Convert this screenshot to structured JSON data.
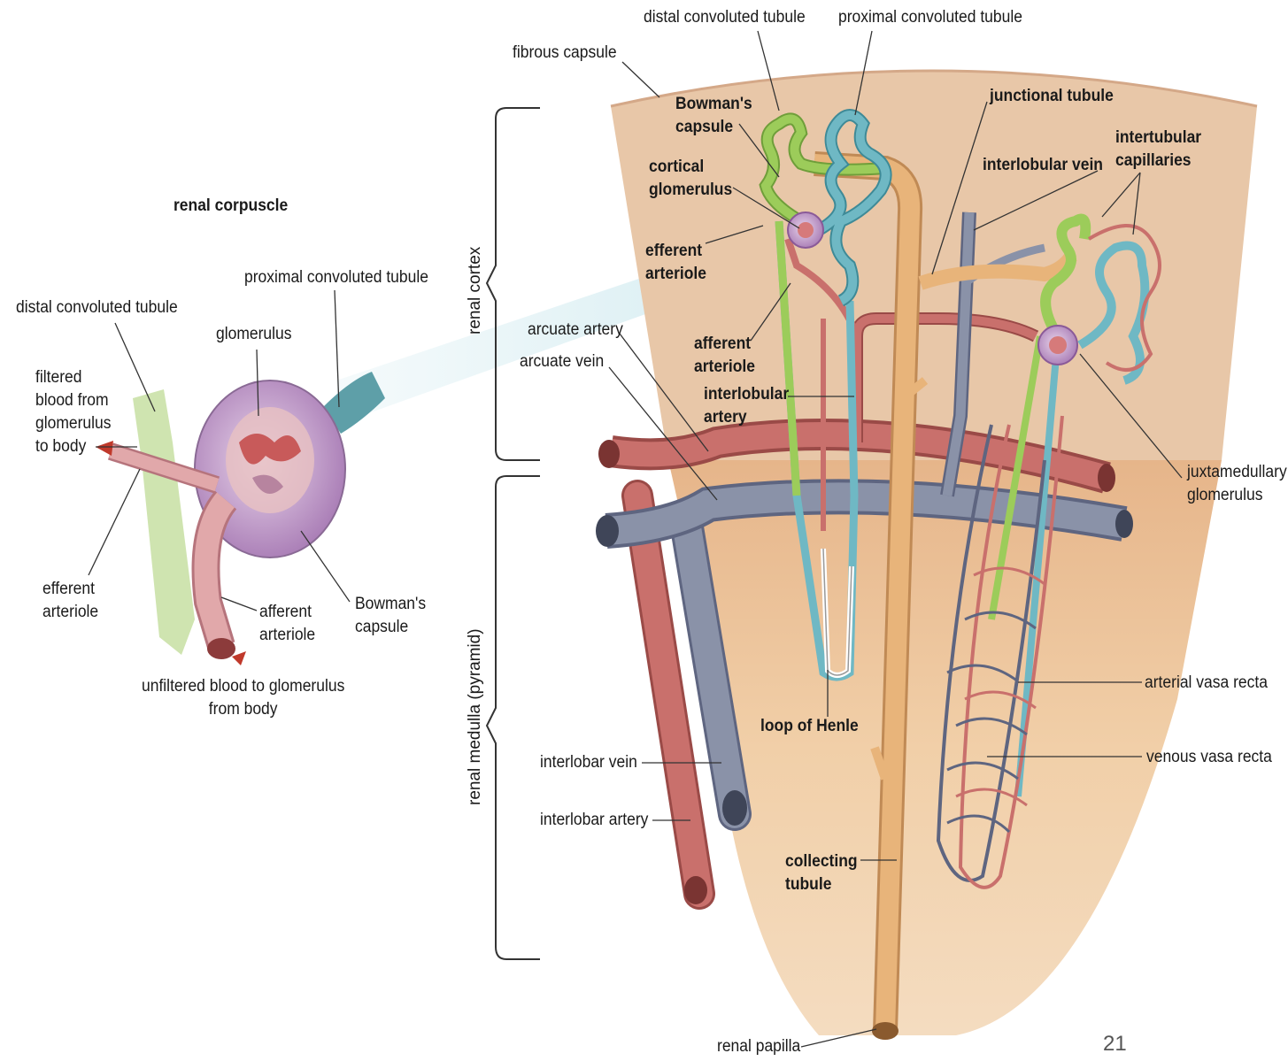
{
  "corpuscle": {
    "title": "renal corpuscle",
    "proximal_convoluted_tubule": "proximal convoluted tubule",
    "distal_convoluted_tubule": "distal convoluted tubule",
    "glomerulus": "glomerulus",
    "filtered_blood": "filtered\nblood from\nglomerulus\nto body",
    "efferent_arteriole": "efferent\narteriole",
    "afferent_arteriole": "afferent\narteriole",
    "bowmans_capsule": "Bowman's\ncapsule",
    "unfiltered_blood": "unfiltered blood to glomerulus\nfrom body"
  },
  "nephron": {
    "distal_convoluted_tubule": "distal convoluted tubule",
    "proximal_convoluted_tubule": "proximal convoluted tubule",
    "fibrous_capsule": "fibrous capsule",
    "bowmans_capsule": "Bowman's\ncapsule",
    "junctional_tubule": "junctional tubule",
    "intertubular_capillaries": "intertubular\ncapillaries",
    "cortical_glomerulus": "cortical\nglomerulus",
    "interlobular_vein": "interlobular vein",
    "efferent_arteriole": "efferent\narteriole",
    "renal_cortex": "renal cortex",
    "arcuate_artery": "arcuate artery",
    "arcuate_vein": "arcuate vein",
    "afferent_arteriole": "afferent\narteriole",
    "interlobular_artery": "interlobular\nartery",
    "juxtamedullary_glomerulus": "juxtamedullary\nglomerulus",
    "renal_medulla": "renal medulla (pyramid)",
    "loop_of_henle": "loop of Henle",
    "arterial_vasa_recta": "arterial vasa recta",
    "venous_vasa_recta": "venous vasa recta",
    "interlobar_vein": "interlobar vein",
    "interlobar_artery": "interlobar artery",
    "collecting_tubule": "collecting\ntubule",
    "renal_papilla": "renal papilla"
  },
  "page_number": "21",
  "colors": {
    "artery": "#c9706c",
    "vein": "#8a92a8",
    "proximal_tubule": "#6fb8c4",
    "distal_tubule": "#9ccc5a",
    "collecting_tubule": "#e8b47a",
    "cortex": "#e8c7a8",
    "medulla": "#e2ac7a",
    "glomerulus": "#b98ac2"
  }
}
